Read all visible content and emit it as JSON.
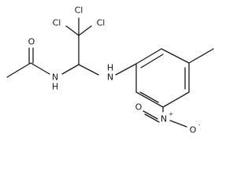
{
  "structure": {
    "atoms": {
      "cl_top": "Cl",
      "cl_left": "Cl",
      "cl_right": "Cl",
      "carbonyl_oxygen": "O",
      "amide_nitrogen": "N",
      "amide_hydrogen": "H",
      "amine_nitrogen": "N",
      "amine_hydrogen": "H",
      "nitro_nitrogen": "N",
      "nitro_plus": "+",
      "nitro_oxygen_double": "O",
      "nitro_oxygen_single": "O",
      "nitro_minus": "-"
    },
    "colors": {
      "bond": "#1a1a1a",
      "label": "#1a1a1a",
      "background": "#ffffff"
    }
  }
}
